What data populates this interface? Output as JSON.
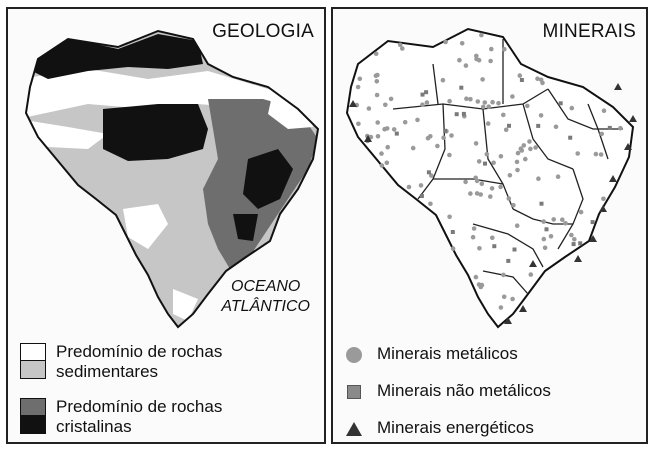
{
  "geology": {
    "title": "GEOLOGIA",
    "ocean_label_line1": "OCEANO",
    "ocean_label_line2": "ATLÂNTICO",
    "legend": [
      {
        "line1": "Predomínio de rochas",
        "line2": "sedimentares",
        "colors": [
          "#ffffff",
          "#c6c6c6"
        ]
      },
      {
        "line1": "Predomínio de rochas",
        "line2": "cristalinas",
        "colors": [
          "#6e6e6e",
          "#111111"
        ]
      }
    ]
  },
  "minerals": {
    "title": "MINERAIS",
    "legend": [
      {
        "label": "Minerais metálicos",
        "symbol": "circle"
      },
      {
        "label": "Minerais não metálicos",
        "symbol": "square"
      },
      {
        "label": "Minerais energéticos",
        "symbol": "triangle"
      }
    ]
  },
  "colors": {
    "sedimentary_light": "#ffffff",
    "sedimentary_gray": "#c6c6c6",
    "crystalline_dark_gray": "#6e6e6e",
    "crystalline_black": "#111111",
    "metal_symbol": "#9a9a9a",
    "energy_symbol": "#333333"
  }
}
